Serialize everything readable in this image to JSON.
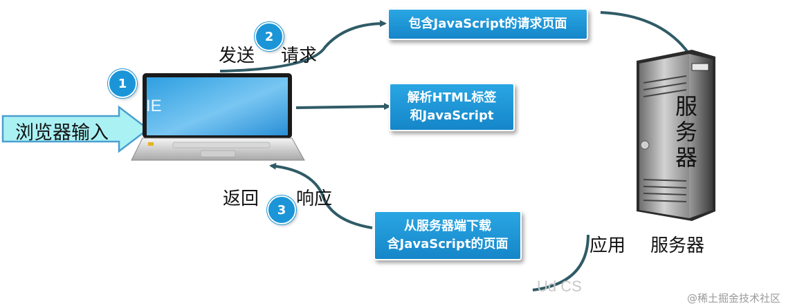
{
  "steps": {
    "step1": {
      "badge": "1"
    },
    "step2": {
      "badge": "2",
      "left_label": "发送",
      "right_label": "请求"
    },
    "step3": {
      "badge": "3",
      "left_label": "返回",
      "right_label": "响应"
    }
  },
  "input_arrow": {
    "label": "浏览器输入"
  },
  "laptop": {
    "screen_label": "IE"
  },
  "boxes": {
    "request_page": {
      "line1": "包含JavaScript的请求页面"
    },
    "parse": {
      "line1": "解析HTML标签",
      "line2": "和JavaScript"
    },
    "download": {
      "line1": "从服务器端下载",
      "line2": "含JavaScript的页面"
    }
  },
  "server": {
    "char1": "服",
    "char2": "务",
    "char3": "器"
  },
  "app_server": {
    "left": "应用",
    "right": "服务器"
  },
  "faded_text": "Ud CS",
  "watermark": "@稀土掘金技术社区",
  "colors": {
    "accent": "#1b95d7",
    "arrow": "#2f5b66"
  }
}
